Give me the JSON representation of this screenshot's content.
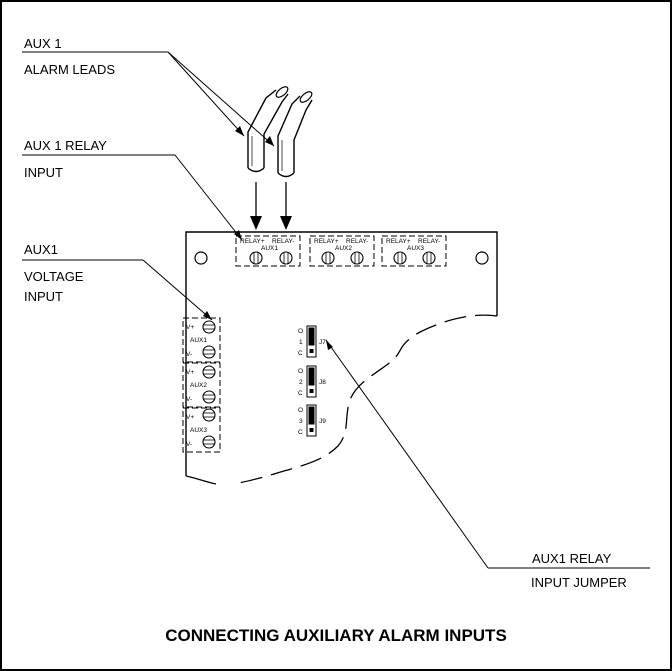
{
  "callouts": {
    "alarm_leads_line1": "AUX 1",
    "alarm_leads_line2": "ALARM LEADS",
    "relay_input_line1": "AUX 1 RELAY",
    "relay_input_line2": "INPUT",
    "voltage_line1": "AUX1",
    "voltage_line2": "VOLTAGE",
    "voltage_line3": "INPUT",
    "jumper_line1": "AUX1 RELAY",
    "jumper_line2": "INPUT JUMPER"
  },
  "relay_blocks": [
    {
      "plus": "RELAY+",
      "minus": "RELAY-",
      "name": "AUX1"
    },
    {
      "plus": "RELAY+",
      "minus": "RELAY-",
      "name": "AUX2"
    },
    {
      "plus": "RELAY+",
      "minus": "RELAY-",
      "name": "AUX3"
    }
  ],
  "voltage_blocks": [
    {
      "plus": "V+",
      "name": "AUX1",
      "minus": "V-"
    },
    {
      "plus": "V+",
      "name": "AUX2",
      "minus": "V-"
    },
    {
      "plus": "V+",
      "name": "AUX3",
      "minus": "V-"
    }
  ],
  "jumpers": [
    {
      "o": "O",
      "num": "1",
      "c": "C",
      "name": "J7"
    },
    {
      "o": "O",
      "num": "2",
      "c": "C",
      "name": "J8"
    },
    {
      "o": "O",
      "num": "3",
      "c": "C",
      "name": "J9"
    }
  ],
  "title": "CONNECTING AUXILIARY ALARM INPUTS"
}
